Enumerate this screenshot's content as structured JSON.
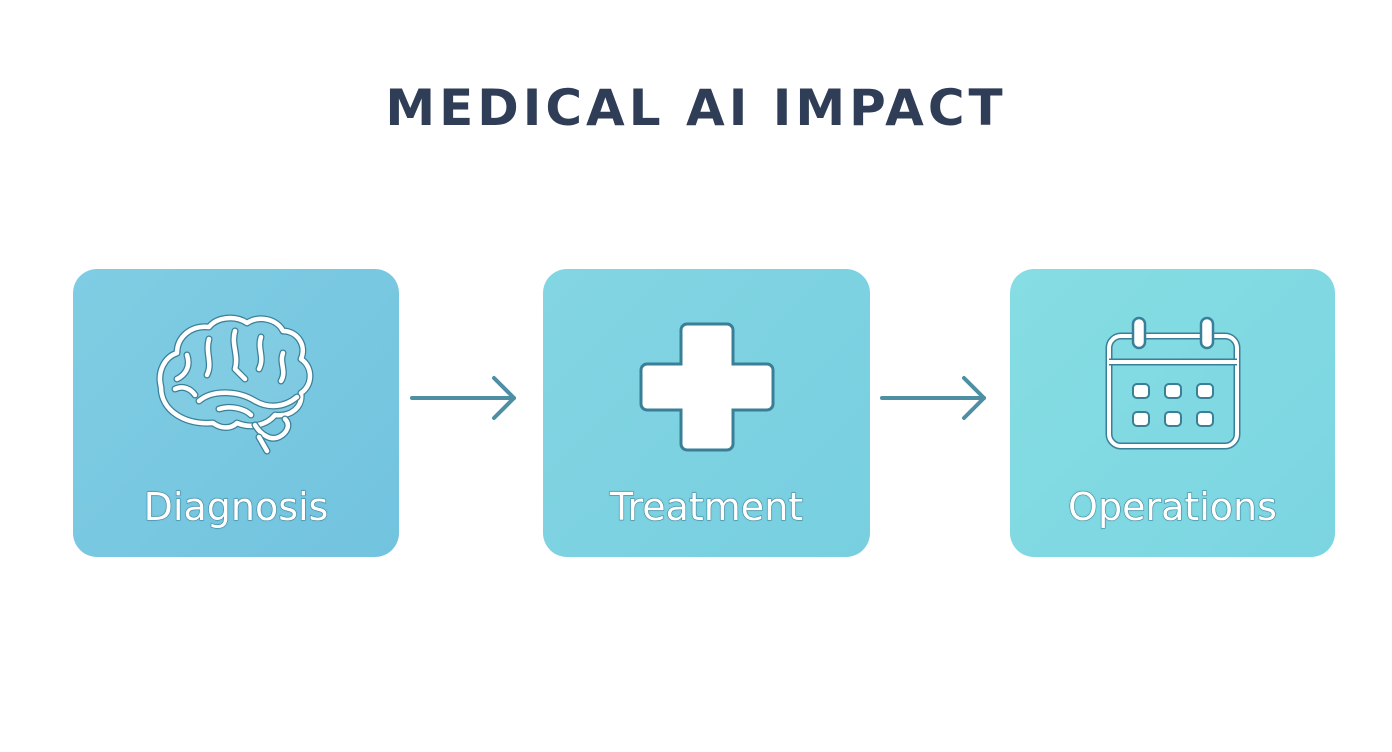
{
  "title": "MEDICAL AI IMPACT",
  "steps": [
    {
      "label": "Diagnosis",
      "icon": "brain-icon"
    },
    {
      "label": "Treatment",
      "icon": "medical-cross-icon"
    },
    {
      "label": "Operations",
      "icon": "calendar-icon"
    }
  ],
  "colors": {
    "title": "#2f3d56",
    "card": "#7ccde2",
    "arrow": "#4e8fa3",
    "icon_stroke": "#ffffff"
  }
}
